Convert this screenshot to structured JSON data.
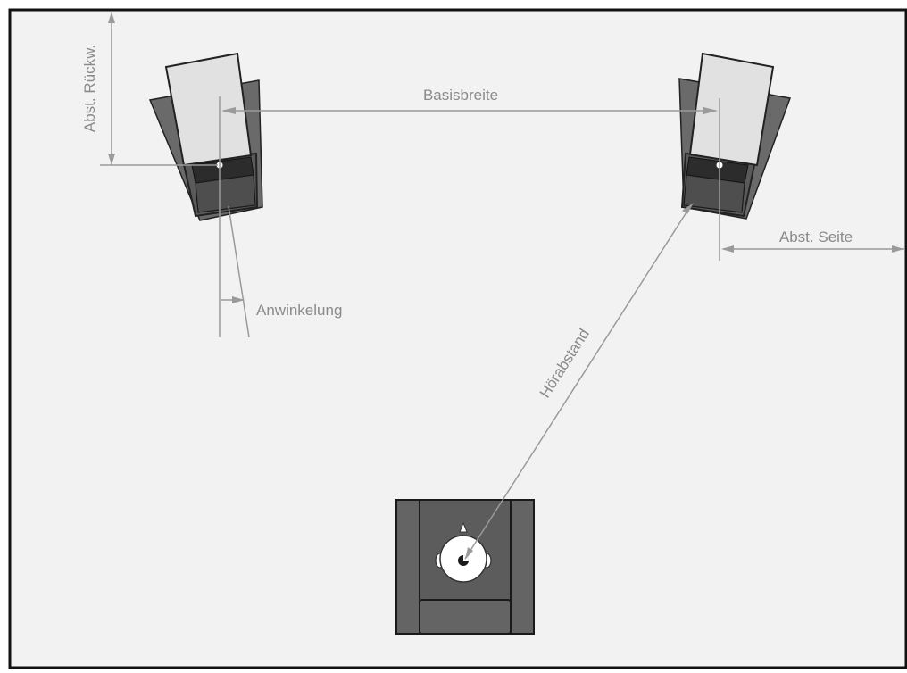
{
  "labels": {
    "basisbreite": "Basisbreite",
    "abst_rueckw": "Abst. Rückw.",
    "abst_seite": "Abst. Seite",
    "anwinkelung": "Anwinkelung",
    "hoerabstand": "Hörabstand"
  },
  "colors": {
    "room_fill": "#f2f2f2",
    "room_border": "#111111",
    "speaker_body": "#5f5f5f",
    "speaker_top": "#e1e1e1",
    "chair_fill": "#5c5c5c",
    "dimension_line": "#9a9a9a",
    "label_text": "#8a8a8a"
  }
}
